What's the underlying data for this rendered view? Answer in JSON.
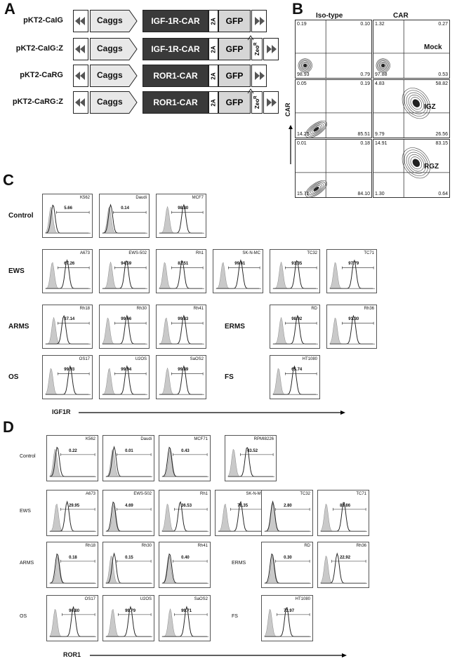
{
  "panels": {
    "a": "A",
    "b": "B",
    "c": "C",
    "d": "D"
  },
  "constructs": [
    {
      "label": "pKT2-CaIG",
      "promoter": "Caggs",
      "car": "IGF-1R-CAR",
      "linker": "2A",
      "reporter": "GFP",
      "zeo": ""
    },
    {
      "label": "pKT2-CaIG:Z",
      "promoter": "Caggs",
      "car": "IGF-1R-CAR",
      "linker": "2A",
      "reporter": "GFP",
      "zeo": "Zeo"
    },
    {
      "label": "pKT2-CaRG",
      "promoter": "Caggs",
      "car": "ROR1-CAR",
      "linker": "2A",
      "reporter": "GFP",
      "zeo": ""
    },
    {
      "label": "pKT2-CaRG:Z",
      "promoter": "Caggs",
      "car": "ROR1-CAR",
      "linker": "2A",
      "reporter": "GFP",
      "zeo": "Zeo"
    }
  ],
  "zeo_superscript": "R",
  "flow": {
    "col_headers": [
      "Iso-type",
      "CAR"
    ],
    "row_tags": [
      "Mock",
      "IGZ",
      "RGZ"
    ],
    "y_axis": "CAR",
    "cells": [
      [
        [
          "0.19",
          "0.10",
          "98.93",
          "0.79"
        ],
        [
          "1.32",
          "0.27",
          "97.88",
          "0.53"
        ]
      ],
      [
        [
          "0.05",
          "0.19",
          "14.25",
          "85.51"
        ],
        [
          "4.83",
          "58.82",
          "9.79",
          "26.56"
        ]
      ],
      [
        [
          "0.01",
          "0.18",
          "15.71",
          "84.10"
        ],
        [
          "14.91",
          "83.15",
          "1.30",
          "0.64"
        ]
      ]
    ]
  },
  "panel_c": {
    "axis_label": "IGF1R",
    "rows": [
      {
        "label": "Control",
        "cells": [
          {
            "name": "K562",
            "value": "5.66"
          },
          {
            "name": "Daudi",
            "value": "0.14"
          },
          {
            "name": "MCF7",
            "value": "98.80"
          }
        ]
      },
      {
        "label": "EWS",
        "cells": [
          {
            "name": "A673",
            "value": "67.26"
          },
          {
            "name": "EWS-502",
            "value": "94.59"
          },
          {
            "name": "Rh1",
            "value": "82.51"
          },
          {
            "name": "SK-N-MC",
            "value": "99.61"
          },
          {
            "name": "TC32",
            "value": "93.35"
          },
          {
            "name": "TC71",
            "value": "97.79"
          }
        ]
      },
      {
        "label": "ARMS",
        "cells": [
          {
            "name": "Rh18",
            "value": "37.14"
          },
          {
            "name": "Rh30",
            "value": "99.66"
          },
          {
            "name": "Rh41",
            "value": "99.83"
          }
        ],
        "label2": "ERMS",
        "cells2": [
          {
            "name": "RD",
            "value": "98.92"
          },
          {
            "name": "Rh36",
            "value": "91.30"
          }
        ]
      },
      {
        "label": "OS",
        "cells": [
          {
            "name": "OS17",
            "value": "99.93"
          },
          {
            "name": "U2OS",
            "value": "99.94"
          },
          {
            "name": "SaOS2",
            "value": "99.89"
          }
        ],
        "label2": "FS",
        "cells2": [
          {
            "name": "HT1080",
            "value": "65.74"
          }
        ]
      }
    ]
  },
  "panel_d": {
    "axis_label": "ROR1",
    "rows": [
      {
        "label": "Control",
        "cells": [
          {
            "name": "K562",
            "value": "0.22"
          },
          {
            "name": "Daudi",
            "value": "0.01"
          },
          {
            "name": "MCF71",
            "value": "0.43"
          },
          {
            "name": "RPMI8226",
            "value": "43.52"
          }
        ]
      },
      {
        "label": "EWS",
        "cells": [
          {
            "name": "A673",
            "value": "29.95"
          },
          {
            "name": "EWS-502",
            "value": "4.69"
          },
          {
            "name": "Rh1",
            "value": "36.53"
          },
          {
            "name": "SK-N-MC",
            "value": "76.35"
          },
          {
            "name": "TC32",
            "value": "2.80"
          },
          {
            "name": "TC71",
            "value": "83.86"
          }
        ]
      },
      {
        "label": "ARMS",
        "cells": [
          {
            "name": "Rh18",
            "value": "0.18"
          },
          {
            "name": "Rh30",
            "value": "0.15"
          },
          {
            "name": "Rh41",
            "value": "0.40"
          }
        ],
        "label2": "ERMS",
        "cells2": [
          {
            "name": "RD",
            "value": "0.30"
          },
          {
            "name": "Rh36",
            "value": "22.92"
          }
        ]
      },
      {
        "label": "OS",
        "cells": [
          {
            "name": "OS17",
            "value": "90.80"
          },
          {
            "name": "U2OS",
            "value": "99.79"
          },
          {
            "name": "SaOS2",
            "value": "99.71"
          }
        ],
        "label2": "FS",
        "cells2": [
          {
            "name": "HT1080",
            "value": "73.97"
          }
        ]
      }
    ]
  }
}
